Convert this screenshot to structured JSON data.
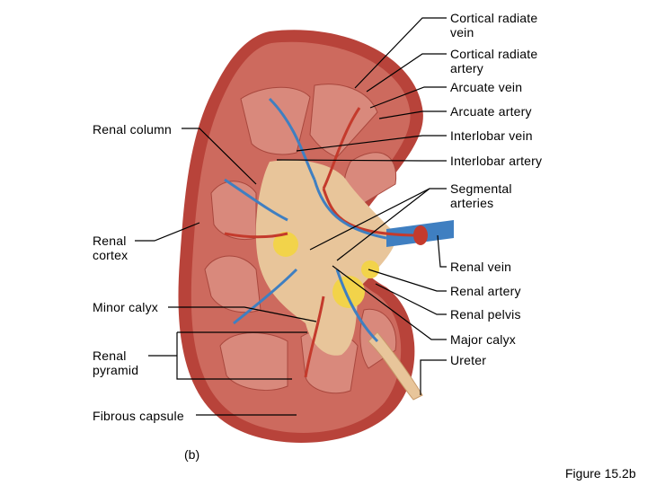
{
  "diagram": {
    "right_labels": {
      "cortical_radiate_vein": "Cortical radiate\nvein",
      "cortical_radiate_artery": "Cortical radiate\nartery",
      "arcuate_vein": "Arcuate vein",
      "arcuate_artery": "Arcuate artery",
      "interlobar_vein": "Interlobar vein",
      "interlobar_artery": "Interlobar artery",
      "segmental_arteries": "Segmental\narteries",
      "renal_vein": "Renal vein",
      "renal_artery": "Renal artery",
      "renal_pelvis": "Renal pelvis",
      "major_calyx": "Major calyx",
      "ureter": "Ureter"
    },
    "left_labels": {
      "renal_column": "Renal column",
      "renal_cortex": "Renal\ncortex",
      "minor_calyx": "Minor calyx",
      "renal_pyramid": "Renal\npyramid",
      "fibrous_capsule": "Fibrous capsule"
    },
    "part_label": "(b)",
    "figure_label": "Figure 15.2b",
    "colors": {
      "capsule": "#b8433a",
      "cortex": "#cd6a5e",
      "pyramid": "#d9897c",
      "pelvis": "#e8c59a",
      "fat": "#f2d34a",
      "vein": "#3f7fc1",
      "artery": "#c43a2c"
    }
  }
}
